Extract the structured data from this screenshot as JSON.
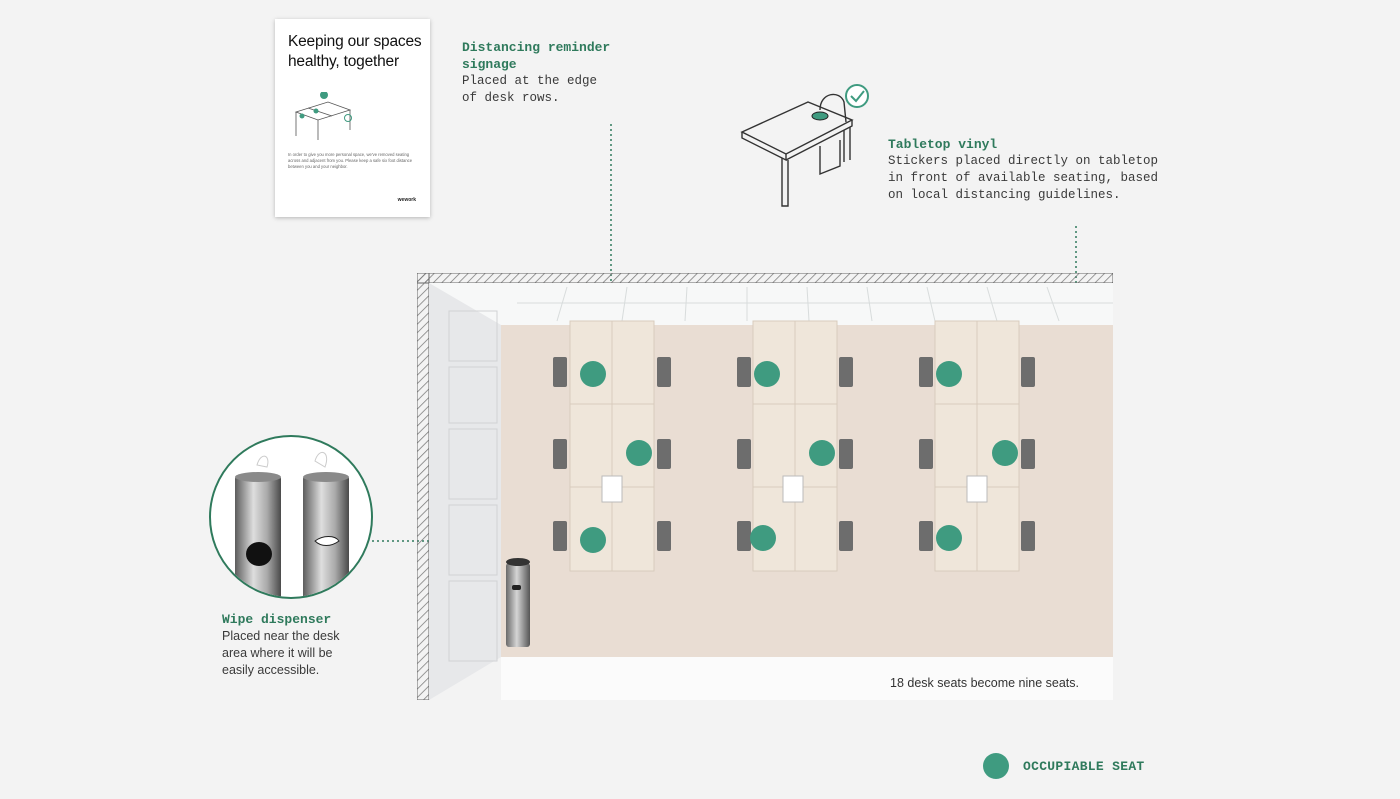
{
  "poster": {
    "title": "Keeping our spaces healthy, together",
    "body": "In order to give you more personal space, we've removed seating across and adjacent from you. Please keep a safe six foot distance between you and your neighbor.",
    "logo": "wework"
  },
  "annotations": {
    "signage": {
      "title": "Distancing reminder signage",
      "text": "Placed at the edge of desk rows."
    },
    "vinyl": {
      "title": "Tabletop vinyl",
      "text": "Stickers placed directly on tabletop in front of available seating, based on local distancing guidelines."
    },
    "dispenser": {
      "title": "Wipe dispenser",
      "text": "Placed near the desk area where it will be easily accessible."
    }
  },
  "caption": "18 desk seats become nine seats.",
  "legend": {
    "label": "OCCUPIABLE SEAT"
  },
  "colors": {
    "accent": "#2f7a5c",
    "seat_marker": "#3f9b80",
    "background": "#f3f3f3"
  },
  "floorplan": {
    "total_desk_seats": 18,
    "occupiable_seats": 9
  }
}
